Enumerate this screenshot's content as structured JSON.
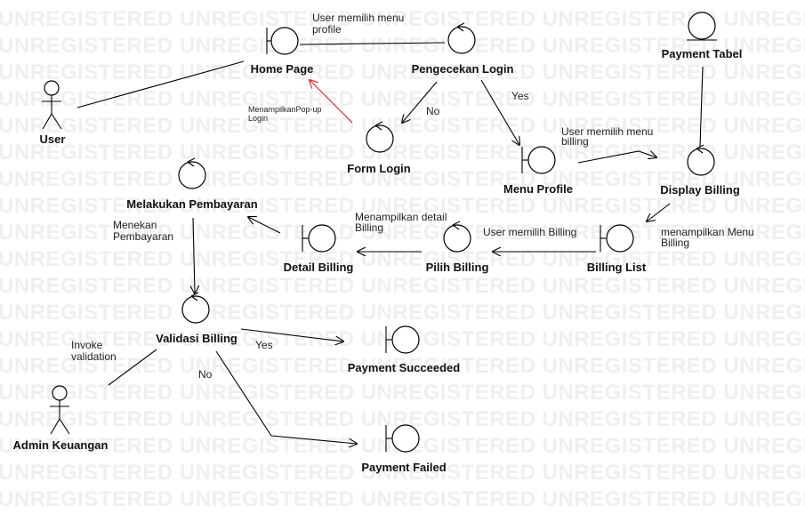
{
  "watermark": {
    "text": "UNREGISTERED UNREGISTERED UNREGISTERED UNREGISTERED UNREGISTERED"
  },
  "nodes": {
    "user": "User",
    "home_page": "Home Page",
    "pengecekan_login": "Pengecekan Login",
    "payment_tabel": "Payment Tabel",
    "form_login": "Form Login",
    "menu_profile": "Menu Profile",
    "display_billing": "Display Billing",
    "melakukan_pembayaran": "Melakukan Pembayaran",
    "detail_billing": "Detail Billing",
    "pilih_billing": "Pilih Billing",
    "billing_list": "Billing List",
    "validasi_billing": "Validasi Billing",
    "payment_succeeded": "Payment Succeeded",
    "payment_failed": "Payment Failed",
    "admin_keuangan": "Admin Keuangan"
  },
  "edges": {
    "user_memilih_profile": [
      "User memilih menu",
      "profile"
    ],
    "no_login": "No",
    "yes_login": "Yes",
    "menampilkan_popup": [
      "MenampilkanPop-up",
      "Login"
    ],
    "user_memilih_billing_menu": [
      "User memilih menu",
      "billing"
    ],
    "menampilkan_menu_billing": [
      "menampilkan Menu",
      "Billing"
    ],
    "user_memilih_billing": "User memilih Billing",
    "menampilkan_detail": [
      "Menampilkan detail",
      "Billing"
    ],
    "menekan_pembayaran": [
      "Menekan",
      "Pembayaran"
    ],
    "invoke_validation": [
      "Invoke",
      "validation"
    ],
    "yes_valid": "Yes",
    "no_valid": "No"
  }
}
